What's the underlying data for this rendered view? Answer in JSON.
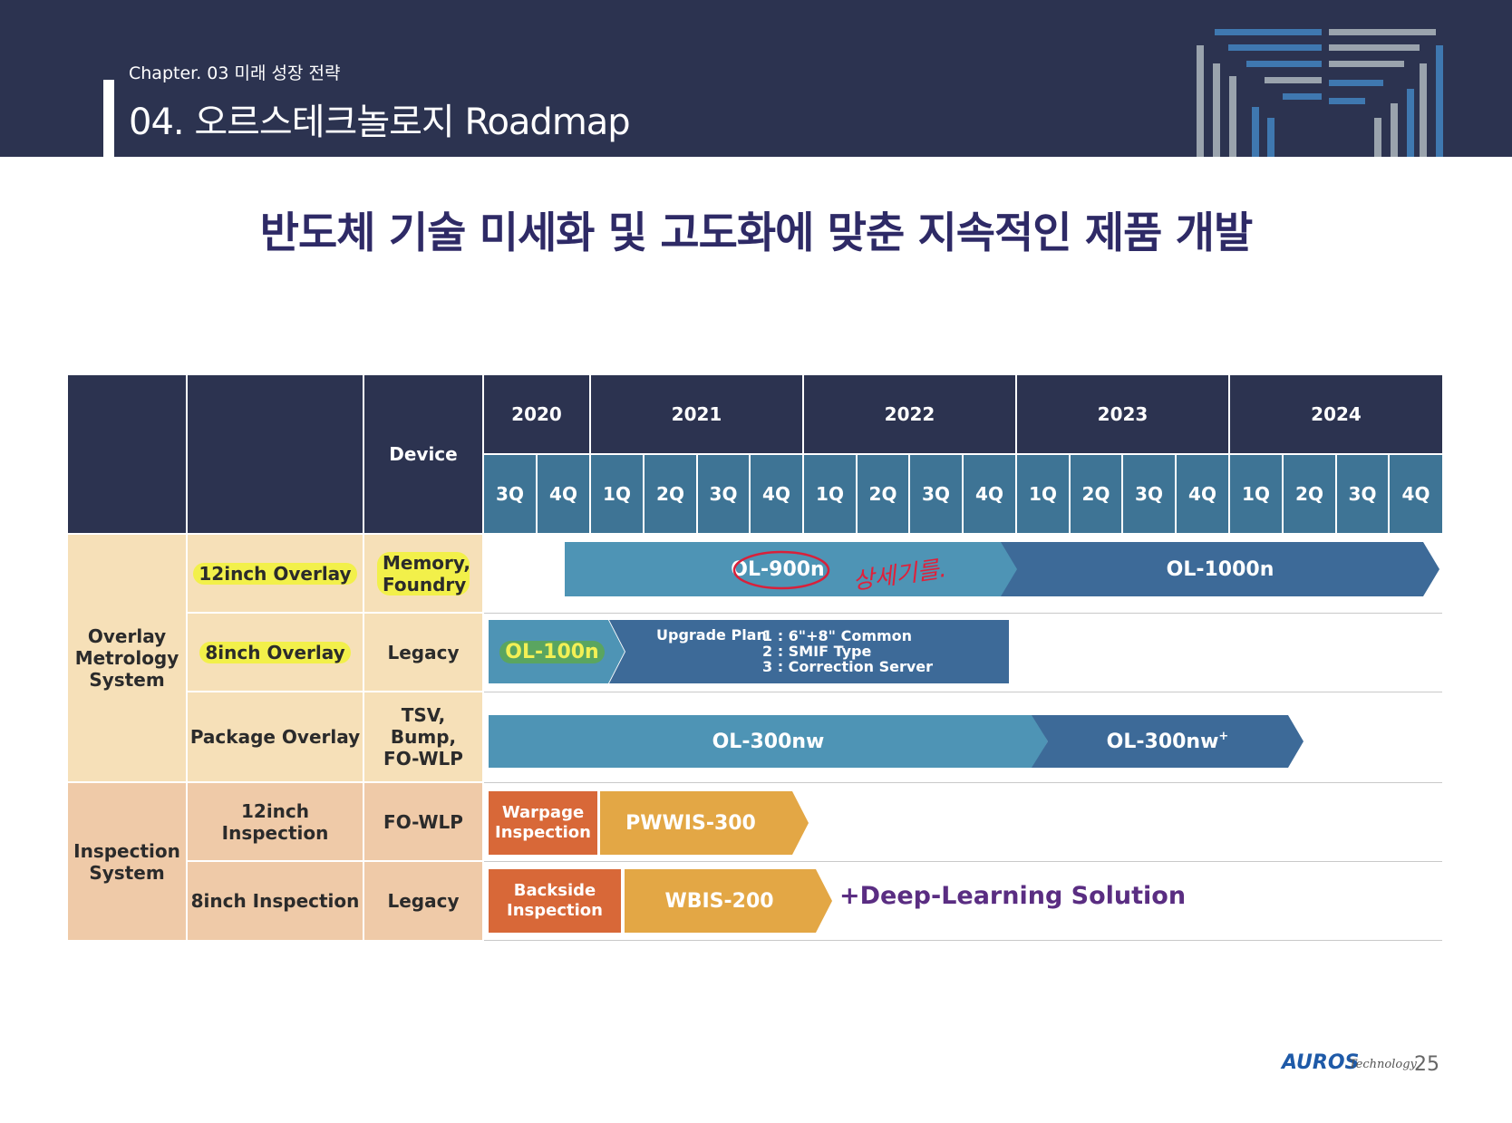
{
  "header": {
    "chapter": "Chapter. 03 미래 성장 전략",
    "title": "04. 오르스테크놀로지 Roadmap"
  },
  "headline": "반도체 기술 미세화 및 고도화에 맞춘 지속적인 제품 개발",
  "table": {
    "device_header": "Device",
    "years": [
      "2020",
      "2021",
      "2022",
      "2023",
      "2024"
    ],
    "quarters": [
      "3Q",
      "4Q",
      "1Q",
      "2Q",
      "3Q",
      "4Q",
      "1Q",
      "2Q",
      "3Q",
      "4Q",
      "1Q",
      "2Q",
      "3Q",
      "4Q",
      "1Q",
      "2Q",
      "3Q",
      "4Q"
    ],
    "categories": {
      "overlay": "Overlay Metrology System",
      "inspection": "Inspection System"
    },
    "rows": [
      {
        "system": "12inch Overlay",
        "device": "Memory, Foundry"
      },
      {
        "system": "8inch Overlay",
        "device": "Legacy"
      },
      {
        "system": "Package Overlay",
        "device": "TSV, Bump, FO-WLP"
      },
      {
        "system": "12inch Inspection",
        "device": "FO-WLP"
      },
      {
        "system": "8inch Inspection",
        "device": "Legacy"
      }
    ]
  },
  "products": {
    "ol900n": "OL-900n",
    "ol1000n": "OL-1000n",
    "ol100n": "OL-100n",
    "upgrade_title": "Upgrade Plan",
    "upgrade_items": [
      "1 : 6\"+8\" Common",
      "2 : SMIF Type",
      "3 : Correction Server"
    ],
    "ol300nw": "OL-300nw",
    "ol300nw_plus": "OL-300nw",
    "ol300nw_plus_sup": "+",
    "warpage": "Warpage Inspection",
    "pwwis": "PWWIS-300",
    "backside": "Backside Inspection",
    "wbis": "WBIS-200",
    "deep_learning": "+Deep-Learning Solution"
  },
  "annotation": "상세기를.",
  "footer": {
    "logo": "AUROS",
    "logo_sub": "Technology",
    "page": "25"
  },
  "colors": {
    "navy": "#2c3350",
    "quarter": "#3e7495",
    "light_blue": "#4e94b5",
    "dark_blue": "#3d6a98",
    "orange": "#d86838",
    "gold": "#e3a745",
    "purple": "#5a2d82"
  }
}
